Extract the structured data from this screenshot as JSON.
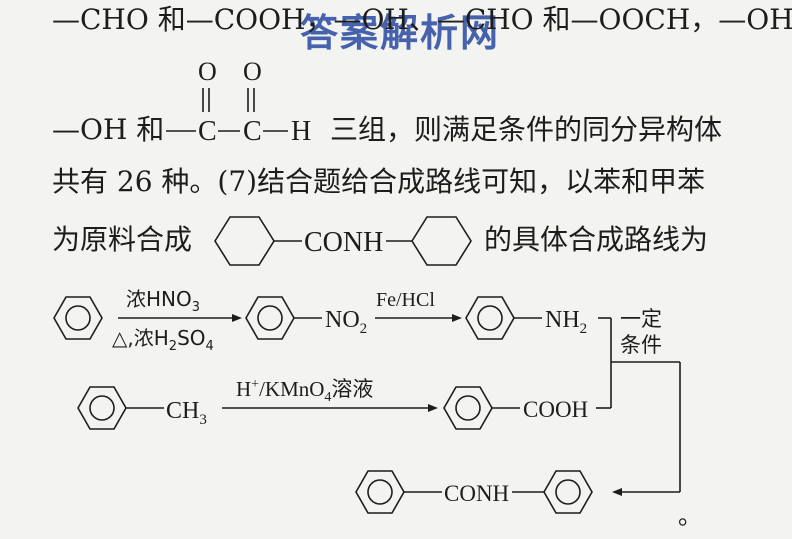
{
  "watermark": "答案解析网",
  "lines": {
    "l1": "—CHO 和—COOH，—OH、—CHO 和—OOCH，—OH、",
    "l2a": "—OH 和",
    "l2b": "三组，则满足条件的同分异构体",
    "l3": "共有 26 种。(7)结合题给合成路线可知，以苯和甲苯",
    "l4a": "为原料合成",
    "l4b": "的具体合成路线为"
  },
  "glyphs": {
    "O": "O",
    "C": "C",
    "H": "H",
    "dash": "—",
    "CONH": "CONH",
    "end": "。"
  },
  "scheme": {
    "r1_top": "浓HNO",
    "r1_top_sub": "3",
    "r1_bottom_a": "△,浓H",
    "r1_bottom_sub1": "2",
    "r1_bottom_b": "SO",
    "r1_bottom_sub2": "4",
    "no2": "NO",
    "no2_sub": "2",
    "r2_top": "Fe/HCl",
    "nh2": "NH",
    "nh2_sub": "2",
    "cond_top": "一定",
    "cond_bottom": "条件",
    "ch3": "CH",
    "ch3_sub": "3",
    "r3_top_a": "H",
    "r3_top_sup": "+",
    "r3_top_b": "/KMnO",
    "r3_top_sub": "4",
    "r3_top_c": "溶液",
    "cooh": "COOH",
    "product": "CONH"
  }
}
